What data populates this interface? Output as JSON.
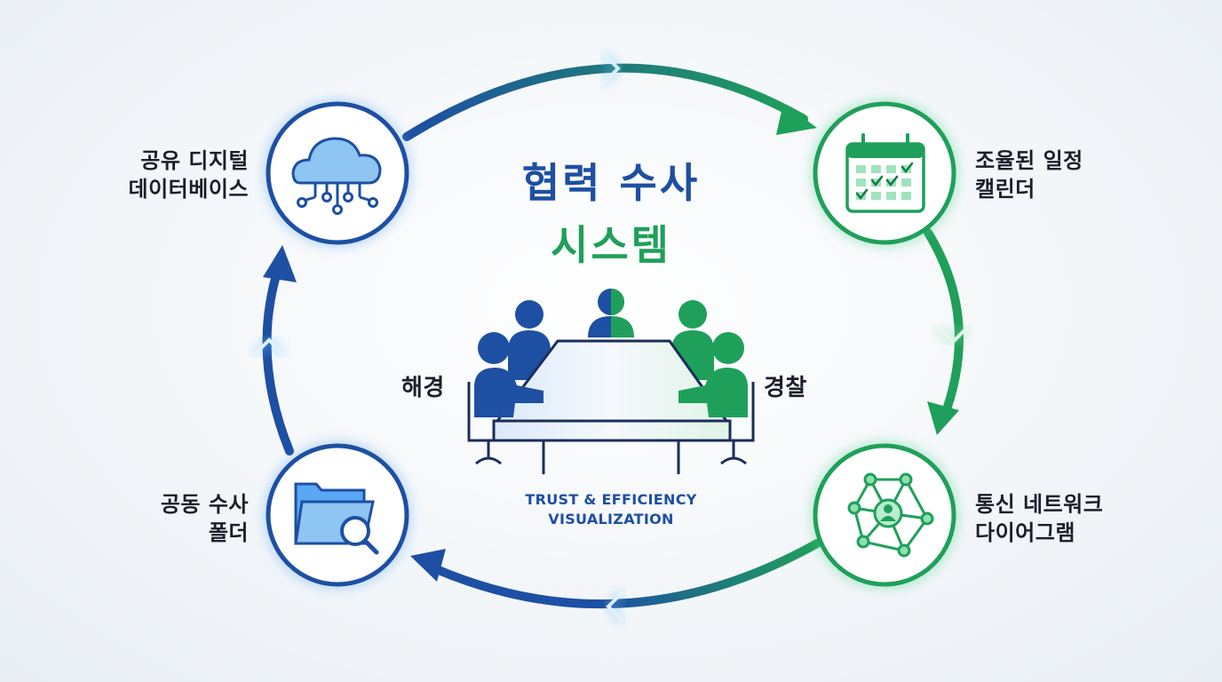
{
  "title": {
    "line1": "협력 수사",
    "line2": "시스템"
  },
  "subtitle": {
    "line1": "TRUST & EFFICIENCY",
    "line2": "VISUALIZATION"
  },
  "center": {
    "left_label": "해경",
    "right_label": "경찰"
  },
  "nodes": {
    "top_left": {
      "line1": "공유 디지털",
      "line2": "데이터베이스",
      "icon": "cloud-database-icon"
    },
    "top_right": {
      "line1": "조율된 일정",
      "line2": "캘린더",
      "icon": "calendar-icon"
    },
    "bottom_right": {
      "line1": "통신 네트워크",
      "line2": "다이어그램",
      "icon": "network-icon"
    },
    "bottom_left": {
      "line1": "공동 수사",
      "line2": "폴더",
      "icon": "folder-search-icon"
    }
  },
  "colors": {
    "blue": "#1d4fa3",
    "green": "#1fa05a",
    "light_blue": "#8ec5f2",
    "light_green": "#7fd8a4"
  }
}
